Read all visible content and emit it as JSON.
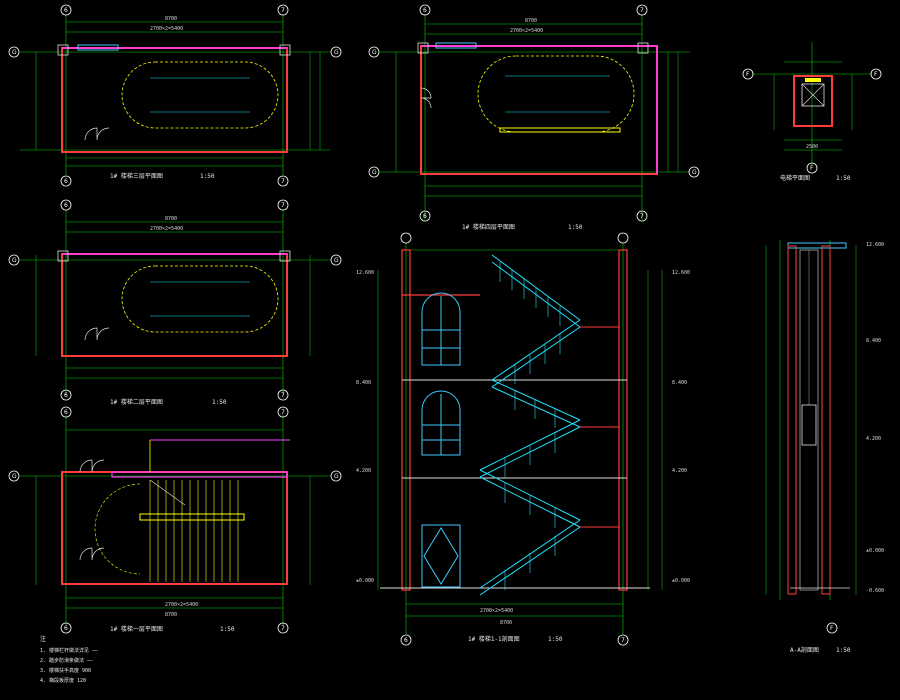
{
  "colors": {
    "background": "#000000",
    "wall": "#ff3b3b",
    "dimension": "#00d000",
    "rail": "#20e0ff",
    "slab": "#ff40ff",
    "window": "#40c8ff",
    "grid_bubble": "#ffffff",
    "yellow": "#ffff00"
  },
  "axis_labels": {
    "col_left": "6",
    "col_right": "7",
    "row_g": "G",
    "row_f": "F"
  },
  "views": {
    "top_left_plan": {
      "title": "1# 楼梯三层平面图",
      "scale": "1:50",
      "overall": "8700",
      "bay": "2700×2=5400"
    },
    "top_center_plan": {
      "title": "1# 楼梯四层平面图",
      "scale": "1:50",
      "overall": "8700",
      "bay": "2700×2=5400"
    },
    "top_right_plan": {
      "title": "电梯平面图",
      "scale": "1:50",
      "width": "2500"
    },
    "mid_left_plan": {
      "title": "1# 楼梯二层平面图",
      "scale": "1:50",
      "overall": "8700",
      "bay": "2700×2=5400"
    },
    "bottom_left_plan": {
      "title": "1# 楼梯一层平面图",
      "scale": "1:50",
      "overall": "8700",
      "bay": "2700×2=5400"
    },
    "center_section": {
      "title": "1# 楼梯1-1剖面图",
      "scale": "1:50",
      "overall": "8700",
      "bay": "2700×2=5400"
    },
    "right_section": {
      "title": "A-A剖面图",
      "scale": "1:50"
    }
  },
  "elevations": [
    "12.600",
    "8.400",
    "4.200",
    "±0.000",
    "-0.600"
  ],
  "notes": {
    "heading": "注",
    "lines": [
      "1. 楼梯栏杆做法详见 ——",
      "2. 踏步防滑条做法 ——",
      "3. 楼梯扶手高度 900",
      "4. 梯段板厚度 120"
    ]
  }
}
